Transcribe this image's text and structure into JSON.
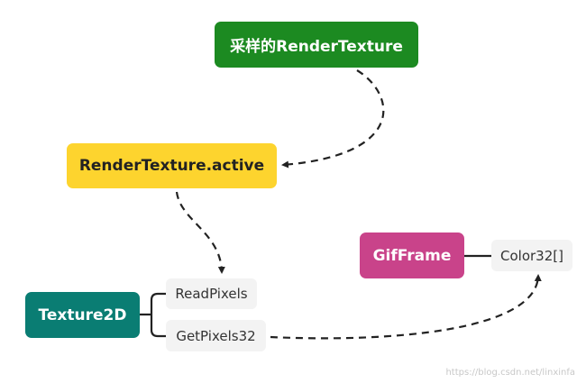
{
  "nodes": {
    "sample_render_texture": "采样的RenderTexture",
    "render_texture_active": "RenderTexture.active",
    "texture2d": "Texture2D",
    "gif_frame": "GifFrame"
  },
  "leaves": {
    "read_pixels": "ReadPixels",
    "get_pixels32": "GetPixels32",
    "color32_array": "Color32[]"
  },
  "watermark": "https://blog.csdn.net/linxinfa",
  "colors": {
    "sample_node": "#1c8a21",
    "active_node": "#fdd42e",
    "texture2d_node": "#0a7d73",
    "gif_node": "#c9438a",
    "leaf_bg": "#f3f3f3",
    "connector": "#222222"
  }
}
